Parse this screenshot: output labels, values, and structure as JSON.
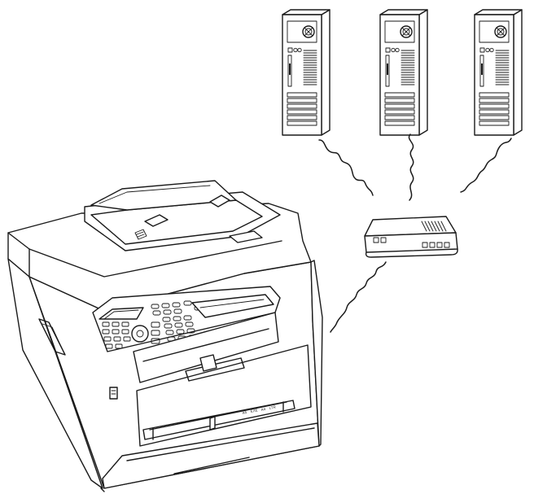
{
  "diagram": {
    "nodes": [
      {
        "id": "computer-1",
        "kind": "tower-computer"
      },
      {
        "id": "computer-2",
        "kind": "tower-computer"
      },
      {
        "id": "computer-3",
        "kind": "tower-computer"
      },
      {
        "id": "router",
        "kind": "wireless-router"
      },
      {
        "id": "printer",
        "kind": "multifunction-printer"
      }
    ],
    "links": [
      {
        "from": "computer-1",
        "to": "router",
        "style": "wireless"
      },
      {
        "from": "computer-2",
        "to": "router",
        "style": "wireless"
      },
      {
        "from": "computer-3",
        "to": "router",
        "style": "wireless"
      },
      {
        "from": "router",
        "to": "printer",
        "style": "wireless"
      }
    ],
    "tray_size_labels": [
      "A5",
      "EXE",
      "A4",
      "LTR"
    ]
  }
}
